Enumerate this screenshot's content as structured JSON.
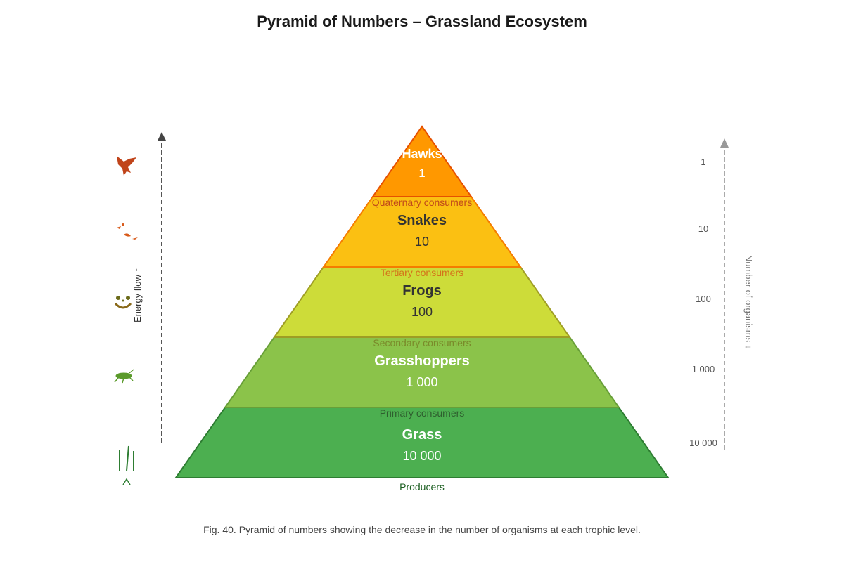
{
  "title": "Pyramid of Numbers – Grassland Ecosystem",
  "caption": "Fig. 40. Pyramid of numbers showing the decrease in the number of organisms at each trophic level.",
  "left_axis": {
    "label": "Energy flow ↑"
  },
  "right_axis": {
    "label": "Number of organisms ↓",
    "ticks": [
      "1",
      "10",
      "100",
      "1 000",
      "10 000"
    ]
  },
  "levels": [
    {
      "name": "Hawks",
      "count": "1",
      "role": "Quaternary consumers",
      "color": "#ff9800",
      "icon": "hawk-icon"
    },
    {
      "name": "Snakes",
      "count": "10",
      "role": "Tertiary consumers",
      "color": "#fbc012",
      "icon": "snake-icon"
    },
    {
      "name": "Frogs",
      "count": "100",
      "role": "Secondary consumers",
      "color": "#cddc39",
      "icon": "frog-icon"
    },
    {
      "name": "Grasshoppers",
      "count": "1 000",
      "role": "Primary consumers",
      "color": "#8bc34a",
      "icon": "grasshopper-icon"
    },
    {
      "name": "Grass",
      "count": "10 000",
      "role": "Producers",
      "color": "#4caf50",
      "icon": "grass-icon"
    }
  ]
}
